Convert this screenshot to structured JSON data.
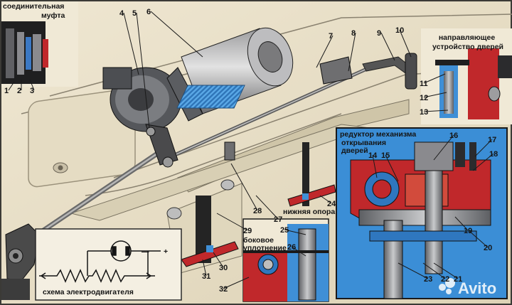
{
  "titles": {
    "coupling": "соединительная\nмуфта",
    "door_guide": "направляющее\nустройство дверей",
    "reducer": "редуктор механизма\nоткрывания\nдверей",
    "lower_support": "нижняя опора",
    "side_seal": "боковое\nуплотнение",
    "motor_scheme": "схема электродвигателя",
    "watermark": "Avito"
  },
  "scheme": {
    "minus": "—",
    "plus": "+"
  },
  "callouts": [
    "1",
    "2",
    "3",
    "4",
    "5",
    "6",
    "7",
    "8",
    "9",
    "10",
    "11",
    "12",
    "13",
    "14",
    "15",
    "16",
    "17",
    "18",
    "19",
    "20",
    "21",
    "22",
    "23",
    "24",
    "25",
    "26",
    "27",
    "28",
    "29",
    "30",
    "31",
    "32"
  ],
  "colors": {
    "cream": "#e9e0c8",
    "red": "#c0282b",
    "blue": "#3f8fd6",
    "dark_machine": "#3a3a3c",
    "frame_dark": "#1e1e1f"
  }
}
